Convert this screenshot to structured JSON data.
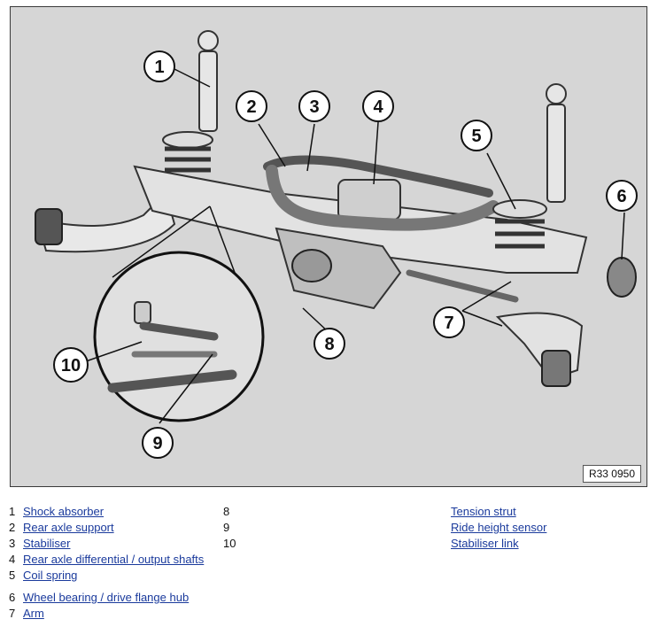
{
  "figure": {
    "id_label": "R33 0950",
    "callouts": [
      "1",
      "2",
      "3",
      "4",
      "5",
      "6",
      "7",
      "8",
      "9",
      "10"
    ]
  },
  "legend": [
    {
      "num": "1",
      "label": "Shock absorber"
    },
    {
      "num": "2",
      "label": "Rear axle support"
    },
    {
      "num": "3",
      "label": "Stabiliser"
    },
    {
      "num": "4",
      "label": "Rear axle differential / output shafts"
    },
    {
      "num": "5",
      "label": "Coil spring"
    },
    {
      "num": "6",
      "label": "Wheel bearing / drive flange hub"
    },
    {
      "num": "7",
      "label": "Arm"
    },
    {
      "num": "8",
      "label": "Tension strut"
    },
    {
      "num": "9",
      "label": "Ride height sensor"
    },
    {
      "num": "10",
      "label": "Stabiliser link"
    }
  ],
  "colors": {
    "background": "#d6d6d6",
    "link": "#1a3a9c",
    "part_light": "#eeeeee",
    "part_dark": "#3c3c3c"
  }
}
